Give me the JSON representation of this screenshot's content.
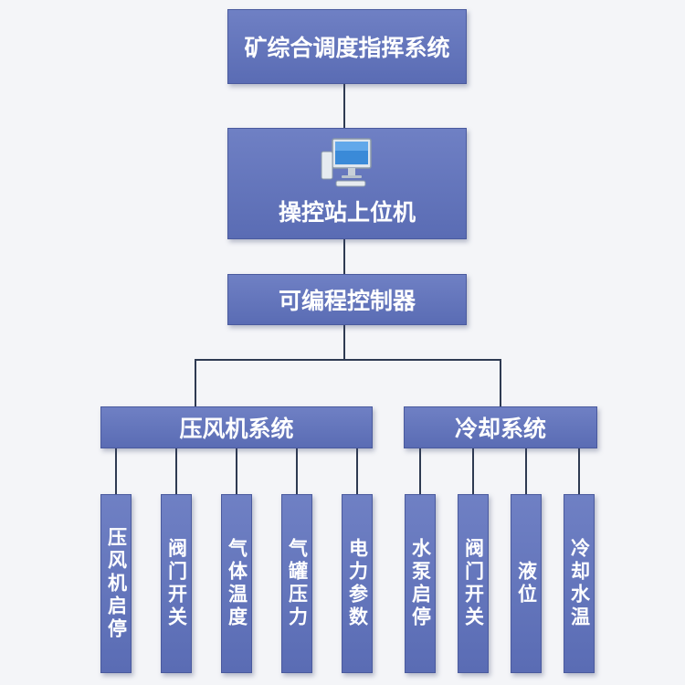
{
  "diagram": {
    "top_node": "矿综合调度指挥系统",
    "operator_node": "操控站上位机",
    "operator_icon": "computer-monitor-icon",
    "plc_node": "可编程控制器",
    "branches": [
      {
        "label": "压风机系统",
        "children": [
          "压风机启停",
          "阀门开关",
          "气体温度",
          "气罐压力",
          "电力参数"
        ]
      },
      {
        "label": "冷却系统",
        "children": [
          "水泵启停",
          "阀门开关",
          "液位",
          "冷却水温"
        ]
      }
    ],
    "colors": {
      "box": "#6474bc",
      "line": "#2e3a52",
      "text": "#ffffff"
    }
  }
}
